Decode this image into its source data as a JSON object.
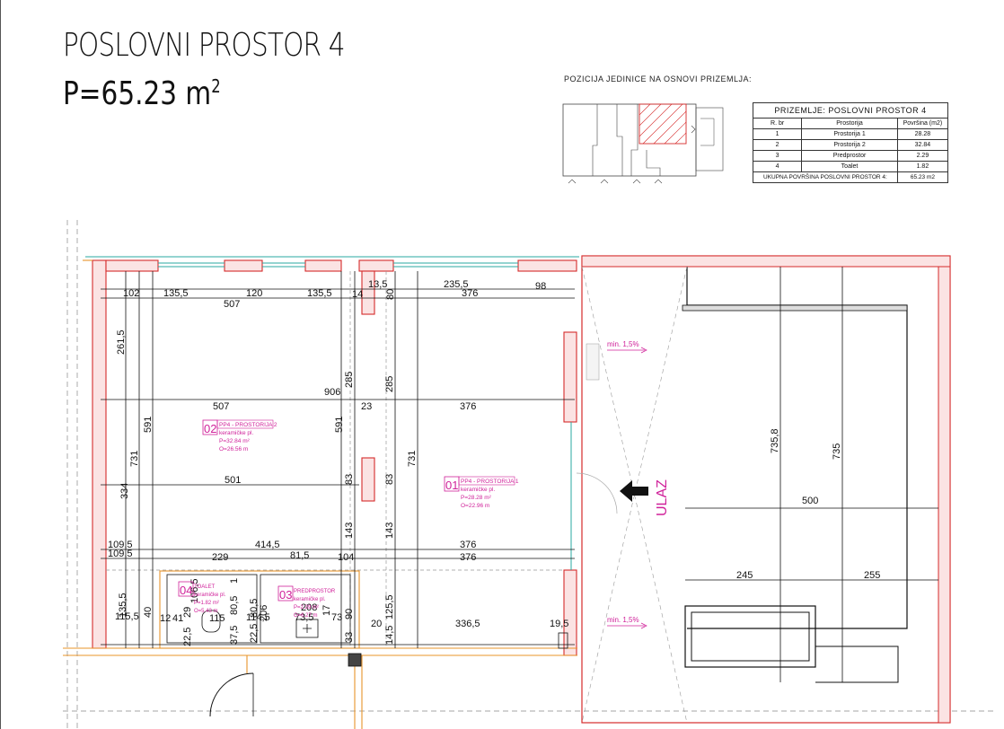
{
  "header": {
    "title": "POSLOVNI PROSTOR 4",
    "area": "P=65.23 m",
    "area_sup": "2",
    "position_label": "POZICIJA JEDINICE NA OSNOVI PRIZEMLJA:"
  },
  "table": {
    "caption": "PRIZEMLJE: POSLOVNI PROSTOR 4",
    "headers": [
      "R. br",
      "Prostorija",
      "Površina (m2)"
    ],
    "rows": [
      [
        "1",
        "Prostorija 1",
        "28.28"
      ],
      [
        "2",
        "Prostorija 2",
        "32.84"
      ],
      [
        "3",
        "Predprostor",
        "2.29"
      ],
      [
        "4",
        "Toalet",
        "1.82"
      ]
    ],
    "total_label": "UKUPNA POVRŠINA POSLOVNI PROSTOR 4:",
    "total_value": "65.23 m2"
  },
  "rooms": {
    "r02": {
      "num": "02",
      "name": "PP4 - PROSTORIJA 2",
      "floor": "keramičke pl.",
      "p": "P=32.84 m²",
      "o": "O=26.56 m"
    },
    "r01": {
      "num": "01",
      "name": "PP4 - PROSTORIJA 1",
      "floor": "keramičke pl.",
      "p": "P=28.28 m²",
      "o": "O=22.96 m"
    },
    "r04": {
      "num": "04",
      "name": "TOALET",
      "floor": "keramičke pl.",
      "p": "P=1.82 m²",
      "o": "O=5.43 m"
    },
    "r03": {
      "num": "03",
      "name": "PREDPROSTOR",
      "floor": "keramičke pl.",
      "p": "P=2.29 m²",
      "o": "O=6.27 m"
    }
  },
  "labels": {
    "entrance": "ULAZ",
    "slope_top": "min. 1,5%",
    "slope_bottom": "min. 1,5%"
  },
  "dimensions": {
    "top": [
      "102",
      "135,5",
      "120",
      "135,5",
      "14",
      "13,5",
      "80",
      "235,5",
      "98",
      "376",
      "507"
    ],
    "mid": [
      "906",
      "285",
      "285",
      "507",
      "23",
      "376",
      "591",
      "591",
      "731",
      "731",
      "334",
      "261,5",
      "501",
      "83",
      "83"
    ],
    "lower": [
      "109,5",
      "414,5",
      "376",
      "109,5",
      "229",
      "81,5",
      "104",
      "376",
      "143",
      "143"
    ],
    "bottom": [
      "135,5",
      "115,5",
      "40",
      "12",
      "41",
      "29",
      "106,5",
      "115",
      "80,5",
      "1",
      "22,5",
      "37,5",
      "22,5",
      "80,5",
      "206",
      "114,5",
      "208",
      "73,5",
      "17",
      "73",
      "90",
      "33",
      "125,5",
      "20",
      "14,5",
      "336,5",
      "19,5"
    ],
    "terrace": [
      "735,8",
      "735",
      "500",
      "245",
      "255"
    ]
  }
}
